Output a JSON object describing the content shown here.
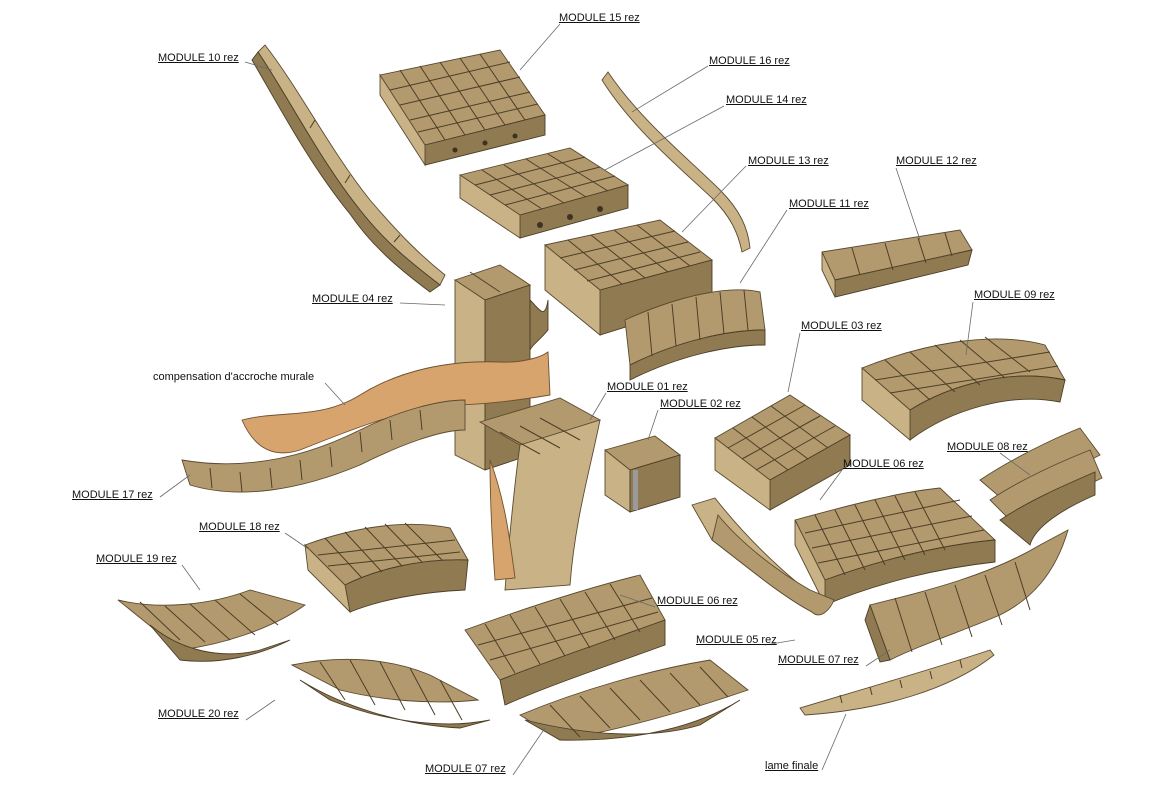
{
  "labels": {
    "m15": "MODULE 15 rez",
    "m10": "MODULE 10 rez",
    "m16": "MODULE 16 rez",
    "m14": "MODULE 14 rez",
    "m13": "MODULE 13 rez",
    "m12": "MODULE 12 rez",
    "m11": "MODULE 11 rez",
    "m09": "MODULE 09 rez",
    "m04": "MODULE 04 rez",
    "m03": "MODULE 03 rez",
    "comp": "compensation d'accroche murale",
    "m01": "MODULE 01 rez",
    "m02": "MODULE 02 rez",
    "m08": "MODULE 08 rez",
    "m06a": "MODULE 06 rez",
    "m17": "MODULE 17 rez",
    "m18": "MODULE 18 rez",
    "m19": "MODULE 19 rez",
    "m06b": "MODULE 06 rez",
    "m05": "MODULE 05 rez",
    "m07a": "MODULE 07 rez",
    "m20": "MODULE 20 rez",
    "m07b": "MODULE 07 rez",
    "lame": "lame finale"
  },
  "colors": {
    "plywood": "#b39a6e",
    "plywood_light": "#c9b386",
    "plywood_dark": "#8f7a52",
    "compensation": "#d6a46c"
  }
}
